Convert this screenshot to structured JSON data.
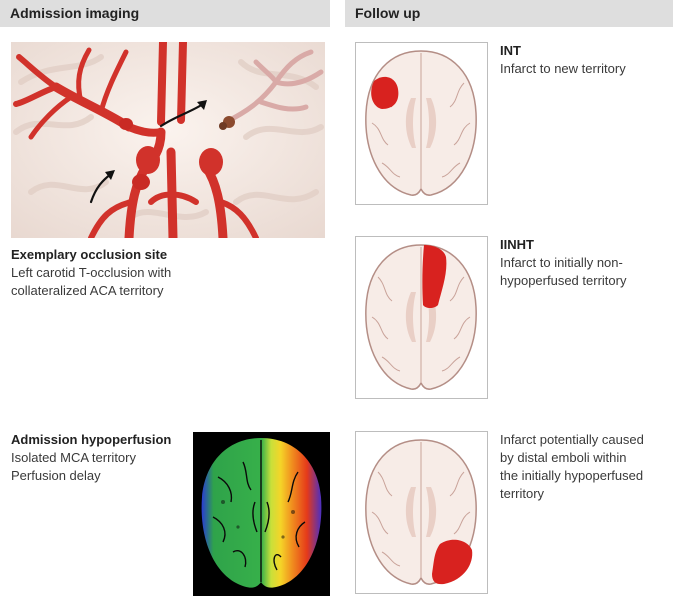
{
  "headers": {
    "left": "Admission imaging",
    "right": "Follow up"
  },
  "occlusion": {
    "title": "Exemplary occlusion site",
    "lines": [
      "Left carotid T-occlusion with",
      "collateralized ACA territory"
    ]
  },
  "hypoperfusion": {
    "title": "Admission hypoperfusion",
    "lines": [
      "Isolated MCA territory",
      "Perfusion delay"
    ]
  },
  "followups": [
    {
      "title": "INT",
      "lines": [
        "Infarct to new territory"
      ]
    },
    {
      "title": "IINHT",
      "lines": [
        "Infarct to initially  non-",
        "hypoperfused territory"
      ]
    },
    {
      "title": "",
      "lines": [
        "Infarct potentially caused",
        "by distal emboli within",
        "the initially hypoperfused",
        "territory"
      ]
    }
  ],
  "colors": {
    "header_bg": "#dedede",
    "artery": "#d1322b",
    "infarct": "#d8221f",
    "brain_tissue": "#f7ece7",
    "brain_outline": "#b48e86"
  }
}
